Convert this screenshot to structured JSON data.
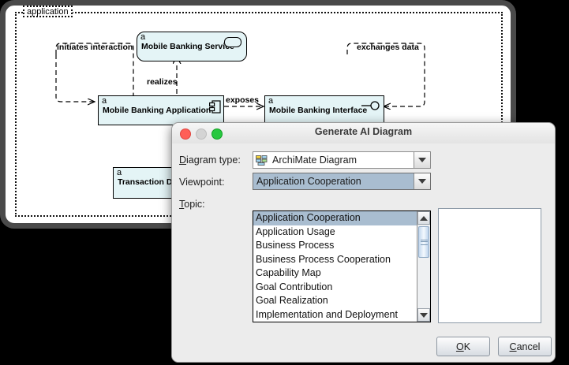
{
  "canvas": {
    "group_label": "application",
    "nodes": [
      {
        "id": "service",
        "stereotype": "a",
        "name": "Mobile Banking Service",
        "icon": "service-badge-icon"
      },
      {
        "id": "application",
        "stereotype": "a",
        "name": "Mobile Banking Application",
        "icon": "component-badge-icon"
      },
      {
        "id": "interface",
        "stereotype": "a",
        "name": "Mobile Banking Interface",
        "icon": "interface-lollipop-icon"
      },
      {
        "id": "data",
        "stereotype": "a",
        "name": "Transaction Data",
        "icon": "data-object-icon"
      }
    ],
    "edges": [
      {
        "id": "initiates",
        "label": "initiates interaction",
        "type": "dashed-arrow"
      },
      {
        "id": "realizes",
        "label": "realizes",
        "type": "realization"
      },
      {
        "id": "exposes",
        "label": "exposes",
        "type": "dashed-arrow"
      },
      {
        "id": "exchanges",
        "label": "exchanges data",
        "type": "dashed-arrow"
      }
    ]
  },
  "dialog": {
    "title": "Generate AI Diagram",
    "traffic_lights": {
      "close": "close-window-button",
      "minimize": "minimize-window-button",
      "maximize": "maximize-window-button"
    },
    "fields": {
      "diagram_type": {
        "label_pre": "D",
        "label_post": "iagram type:",
        "value": "ArchiMate Diagram",
        "icon": "archimate-diagram-icon"
      },
      "viewpoint": {
        "label": "Viewpoint:",
        "value": "Application Cooperation"
      },
      "topic": {
        "label_pre": "T",
        "label_post": "opic:",
        "value": "",
        "placeholder": ""
      }
    },
    "dropdown": {
      "selected_index": 0,
      "options": [
        "Application Cooperation",
        "Application Usage",
        "Business Process",
        "Business Process Cooperation",
        "Capability Map",
        "Goal Contribution",
        "Goal Realization",
        "Implementation and Deployment"
      ]
    },
    "buttons": {
      "ok": {
        "label_pre": "O",
        "label_post": "K"
      },
      "cancel": {
        "label_pre": "C",
        "label_post": "ancel"
      }
    }
  },
  "colors": {
    "node_fill": "#e4f4f6",
    "selection": "#a9bdd0",
    "dialog_bg": "#ececec",
    "accent_red": "#ff5f57",
    "accent_green": "#28c840"
  }
}
